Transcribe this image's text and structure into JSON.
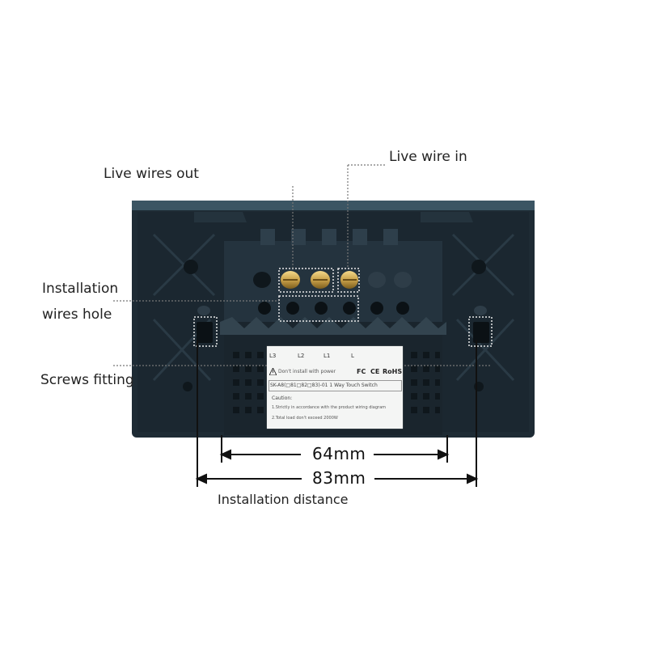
{
  "callouts": {
    "live_wires_out": "Live wires out",
    "live_wire_in": "Live wire in",
    "installation_line1": "Installation",
    "installation_line2": "wires hole",
    "screws_fitting": "Screws fitting"
  },
  "dimensions": {
    "inner": "64mm",
    "outer": "83mm",
    "caption": "Installation distance"
  },
  "product_label": {
    "terminals": [
      "L3",
      "L2",
      "L1",
      "L"
    ],
    "warning": "Don't install with power",
    "certifications": [
      "FC",
      "CE",
      "RoHS"
    ],
    "model": "SK-A8(□81□82□83)-01  1 Way Touch Switch",
    "caution_title": "Caution:",
    "note1": "1.Strictly in accordance with the product wiring diagram",
    "note2": "2.Total load don't exceed 2000W"
  },
  "colors": {
    "panel": "#1e2b34",
    "panel_edge": "#2c3e4a",
    "terminal_gold": "#c9a24a",
    "dotted_line": "#777777"
  }
}
